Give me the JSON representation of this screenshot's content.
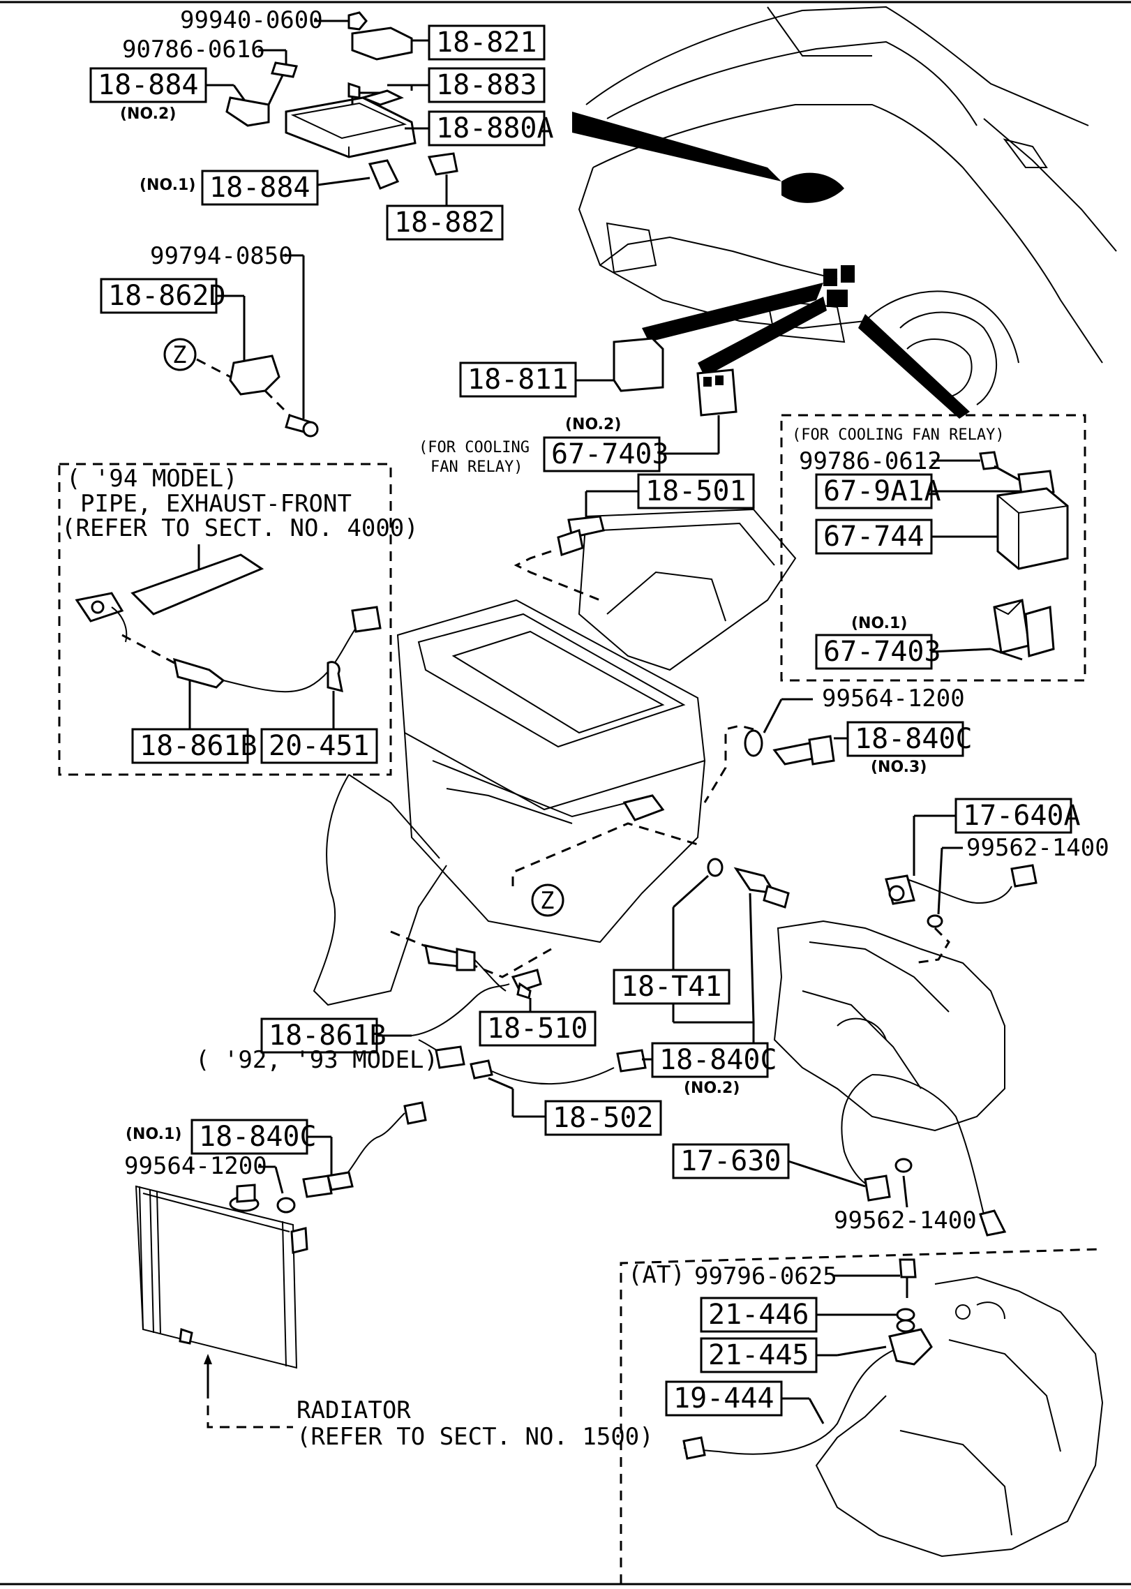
{
  "parts": {
    "p18_821": "18-821",
    "p18_883": "18-883",
    "p18_880A": "18-880A",
    "p18_884_no2": "18-884",
    "p18_884_no1": "18-884",
    "p18_882": "18-882",
    "p18_862D": "18-862D",
    "p18_811": "18-811",
    "p67_7403_no2": "67-7403",
    "p18_501": "18-501",
    "p67_9A1A": "67-9A1A",
    "p67_744": "67-744",
    "p67_7403_no1": "67-7403",
    "p18_861B_94": "18-861B",
    "p20_451": "20-451",
    "p18_840C_no3": "18-840C",
    "p17_640A": "17-640A",
    "p18_T41": "18-T41",
    "p18_510": "18-510",
    "p18_861B_92": "18-861B",
    "p18_840C_no2": "18-840C",
    "p18_502": "18-502",
    "p18_840C_no1": "18-840C",
    "p17_630": "17-630",
    "p21_446": "21-446",
    "p21_445": "21-445",
    "p19_444": "19-444"
  },
  "numbers": {
    "n99940_0600": "99940-0600",
    "n90786_0616": "90786-0616",
    "n99794_0850": "99794-0850",
    "n99786_0612": "99786-0612",
    "n99564_1200_top": "99564-1200",
    "n99562_1400_top": "99562-1400",
    "n99564_1200_left": "99564-1200",
    "n99562_1400_bot": "99562-1400",
    "n99796_0625": "99796-0625"
  },
  "notes": {
    "no2_a": "(NO.2)",
    "no1_a": "(NO.1)",
    "no2_relay": "(NO.2)",
    "for_cooling_1": "(FOR COOLING",
    "fan_relay_1": "FAN RELAY)",
    "for_cooling_fan_relay": "(FOR COOLING FAN RELAY)",
    "no1_relay": "(NO.1)",
    "no3": "(NO.3)",
    "no2_b": "(NO.2)",
    "no1_b": "(NO.1)",
    "model_94": "( '94 MODEL)",
    "pipe_exhaust": "PIPE, EXHAUST-FRONT",
    "refer_4000": "(REFER TO SECT. NO. 4000)",
    "model_92_93": "( '92, '93 MODEL)",
    "radiator": "RADIATOR",
    "refer_1500": "(REFER TO SECT. NO. 1500)",
    "at": "(AT)",
    "z_marker_1": "Z",
    "z_marker_2": "Z"
  }
}
